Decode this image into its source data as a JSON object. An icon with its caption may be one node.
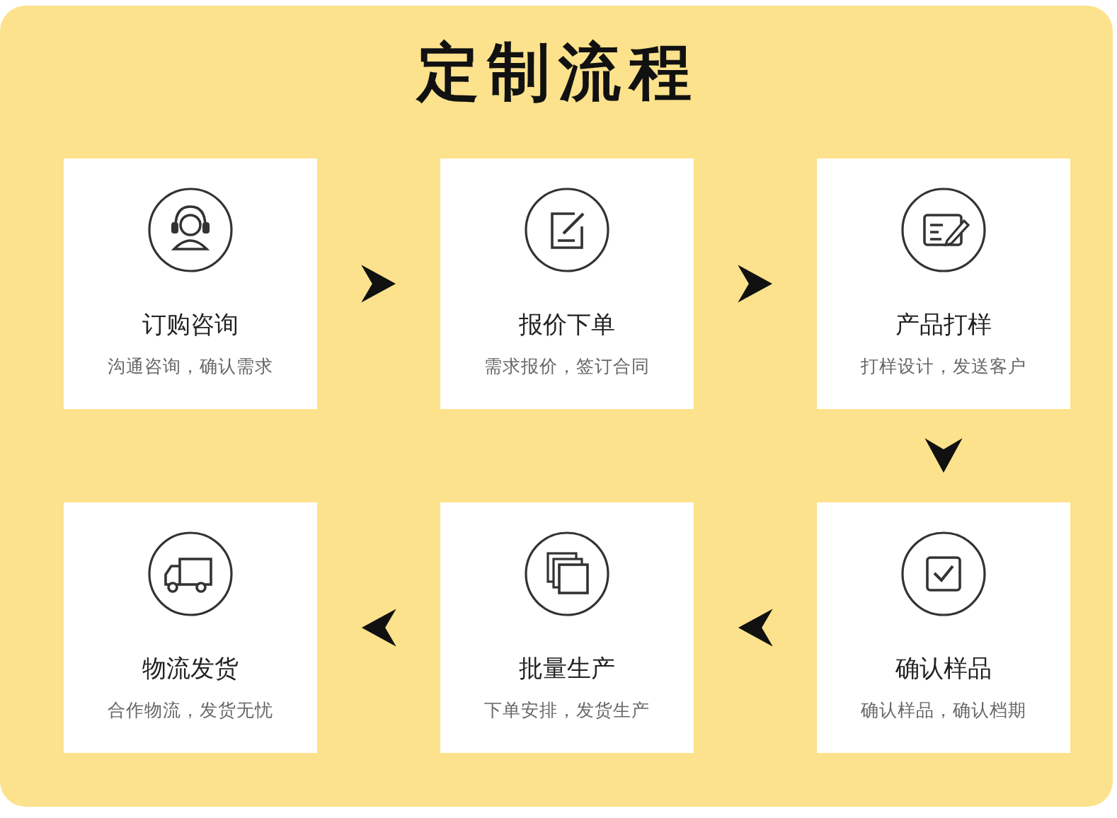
{
  "diagram": {
    "title": "定制流程",
    "nodes": [
      {
        "text": [
          "订购咨询",
          "沟通咨询，确认需求"
        ]
      },
      {
        "text": [
          "报价下单",
          "需求报价，签订合同"
        ]
      },
      {
        "text": [
          "产品打样",
          "打样设计，发送客户"
        ]
      },
      {
        "text": [
          "物流发货",
          "合作物流，发货无忧"
        ]
      },
      {
        "text": [
          "批量生产",
          "下单安排，发货生产"
        ]
      },
      {
        "text": [
          "确认样品",
          "确认样品，确认档期"
        ]
      }
    ],
    "edges": [
      {
        "from": 0,
        "to": 1,
        "arrow": "to"
      },
      {
        "from": 1,
        "to": 2,
        "arrow": "to"
      },
      {
        "from": 2,
        "to": 5,
        "arrow": "to"
      },
      {
        "from": 5,
        "to": 4,
        "arrow": "to"
      },
      {
        "from": 4,
        "to": 3,
        "arrow": "to"
      }
    ]
  }
}
